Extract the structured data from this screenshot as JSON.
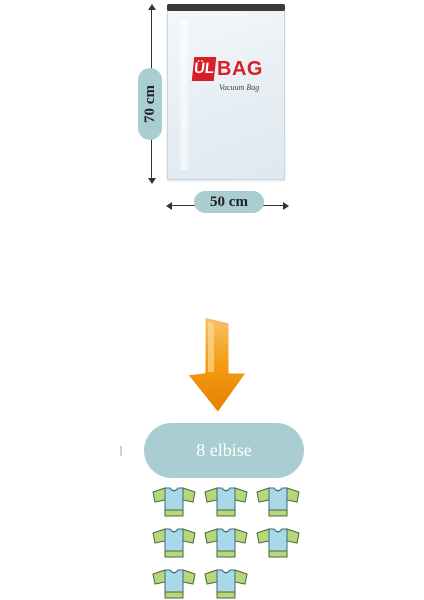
{
  "product": {
    "logo_mark": "ÜL",
    "logo_name": "BAG",
    "logo_subtitle": "Vacuum Bag",
    "height_label": "70 cm",
    "width_label": "50 cm"
  },
  "capacity": {
    "label": "8 elbise",
    "count": 8,
    "icon": "shirt-icon"
  },
  "colors": {
    "pill": "#a9cdd0",
    "brand_red": "#d61f26",
    "arrow_orange": "#f39c12",
    "shirt_body": "#a9d8e8",
    "shirt_sleeve": "#b6d77a"
  }
}
